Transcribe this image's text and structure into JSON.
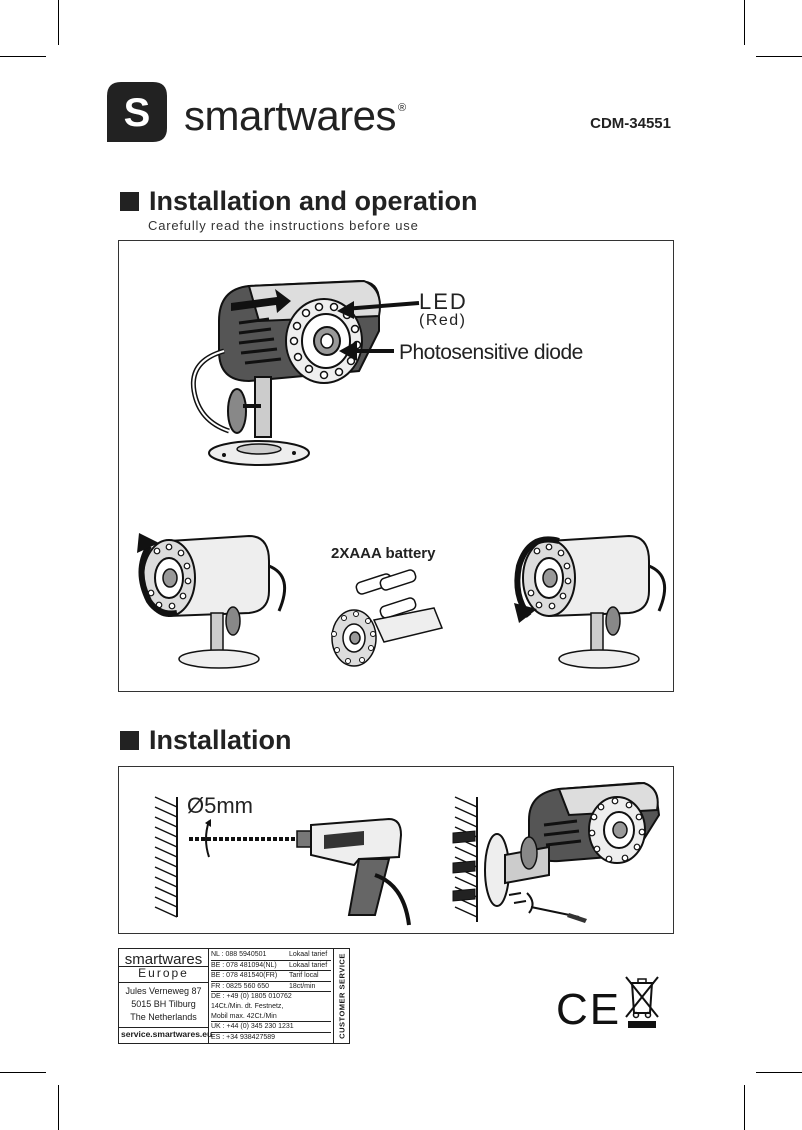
{
  "header": {
    "logo_letter": "S",
    "brand": "smartwares",
    "registered": "®",
    "model": "CDM-34551"
  },
  "section1": {
    "title": "Installation and operation",
    "subtitle": "Carefully read the instructions before use",
    "callouts": {
      "led": "LED",
      "led_color": "(Red)",
      "diode": "Photosensitive diode"
    },
    "battery_label": "2XAAA  battery"
  },
  "section2": {
    "title": "Installation",
    "drill_size": "Ø5mm"
  },
  "customer_service": {
    "brand": "smartwares",
    "region": "Europe",
    "address": [
      "Jules Verneweg 87",
      "5015 BH Tilburg",
      "The Netherlands"
    ],
    "website": "service.smartwares.eu",
    "side_label": "CUSTOMER SERVICE",
    "rows": [
      {
        "num": "NL : 088 5940501",
        "tariff": "Lokaal tarief"
      },
      {
        "num": "BE : 078 481094(NL)",
        "tariff": "Lokaal tarief"
      },
      {
        "num": "BE : 078 481540(FR)",
        "tariff": "Tarif local"
      },
      {
        "num": "FR : 0825 560 650",
        "tariff": "18ct/min"
      },
      {
        "num": "DE : +49 (0) 1805 010762",
        "tariff": ""
      },
      {
        "num": "       14Ct./Min. dt. Festnetz,",
        "tariff": ""
      },
      {
        "num": "       Mobil max. 42Ct./Min",
        "tariff": ""
      },
      {
        "num": "UK : +44 (0) 345 230 1231",
        "tariff": ""
      },
      {
        "num": "ES : +34  938427589",
        "tariff": ""
      }
    ]
  },
  "marks": {
    "ce": "CE"
  }
}
